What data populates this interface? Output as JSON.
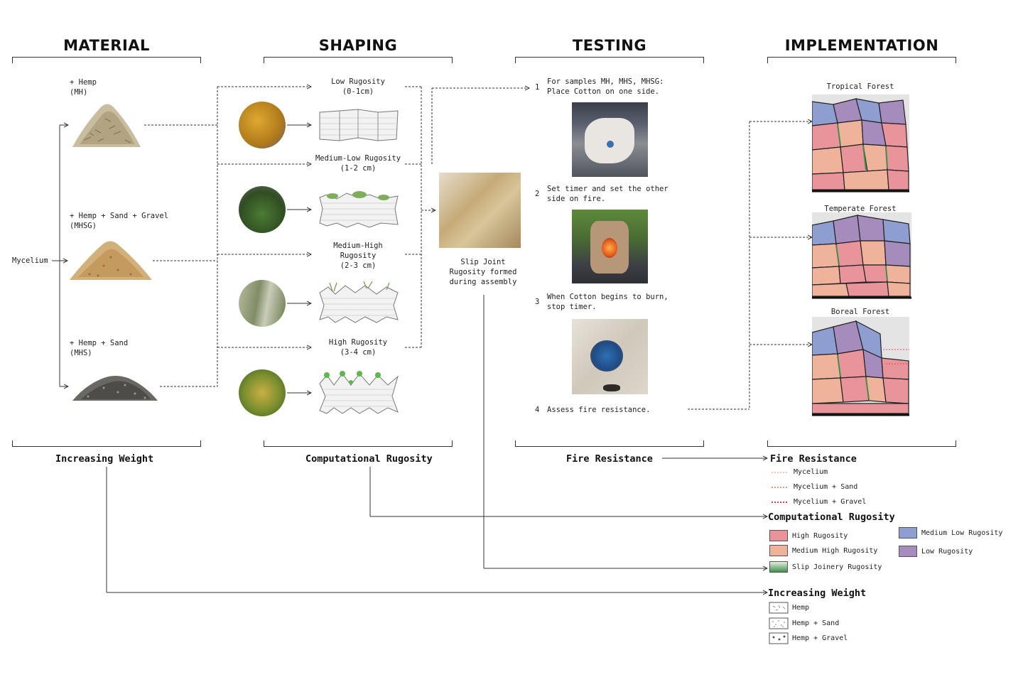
{
  "headings": {
    "material": "MATERIAL",
    "shaping": "SHAPING",
    "testing": "TESTING",
    "implementation": "IMPLEMENTATION"
  },
  "footers": {
    "material": "Increasing Weight",
    "shaping": "Computational Rugosity",
    "testing": "Fire Resistance"
  },
  "material": {
    "root": "Mycelium",
    "items": [
      {
        "name": "+ Hemp",
        "code": "(MH)"
      },
      {
        "name": "+ Hemp + Sand + Gravel",
        "code": "(MHSG)"
      },
      {
        "name": "+ Hemp + Sand",
        "code": "(MHS)"
      }
    ]
  },
  "shaping": {
    "levels": [
      {
        "name": "Low Rugosity",
        "range": "(0-1cm)"
      },
      {
        "name": "Medium-Low Rugosity",
        "range": "(1-2 cm)"
      },
      {
        "name": "Medium-High",
        "name2": "Rugosity",
        "range": "(2-3 cm)"
      },
      {
        "name": "High Rugosity",
        "range": "(3-4 cm)"
      }
    ],
    "slip_joint": {
      "line1": "Slip Joint",
      "line2": "Rugosity formed",
      "line3": "during assembly"
    }
  },
  "testing": {
    "steps": [
      {
        "num": "1",
        "line1": "For samples MH, MHS, MHSG:",
        "line2": "Place Cotton on one side."
      },
      {
        "num": "2",
        "line1": "Set timer and set the other",
        "line2": "side on fire."
      },
      {
        "num": "3",
        "line1": "When Cotton begins to burn,",
        "line2": "stop timer."
      },
      {
        "num": "4",
        "line1": "Assess fire resistance.",
        "line2": ""
      }
    ]
  },
  "implementation": {
    "panels": [
      {
        "title": "Tropical Forest"
      },
      {
        "title": "Temperate Forest"
      },
      {
        "title": "Boreal Forest"
      }
    ]
  },
  "legend": {
    "fire": {
      "title": "Fire Resistance",
      "items": [
        {
          "label": "Mycelium",
          "color": "#e8a08a"
        },
        {
          "label": "Mycelium + Sand",
          "color": "#d9534f"
        },
        {
          "label": "Mycelium + Gravel",
          "color": "#a3131a"
        }
      ]
    },
    "rugosity": {
      "title": "Computational Rugosity",
      "items": [
        {
          "label": "High Rugosity",
          "color": "#e8949a"
        },
        {
          "label": "Medium High Rugosity",
          "color": "#efb29a"
        },
        {
          "label": "Slip Joinery Rugosity",
          "color": "#3f8f4a"
        },
        {
          "label": "Medium Low Rugosity",
          "color": "#8e9ed0"
        },
        {
          "label": "Low Rugosity",
          "color": "#a68bbd"
        }
      ]
    },
    "weight": {
      "title": "Increasing Weight",
      "items": [
        {
          "label": "Hemp"
        },
        {
          "label": "Hemp + Sand"
        },
        {
          "label": "Hemp + Gravel"
        }
      ]
    }
  }
}
